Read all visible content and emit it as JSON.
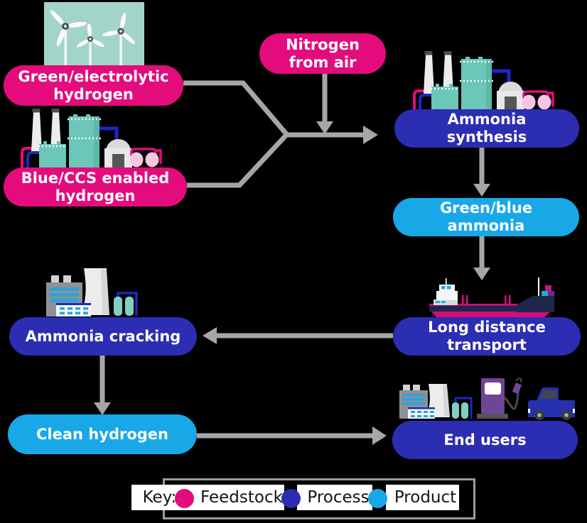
{
  "nodes": {
    "green_hydrogen": {
      "lines": [
        "Green/electrolytic",
        "hydrogen"
      ],
      "type": "feedstock"
    },
    "blue_hydrogen": {
      "lines": [
        "Blue/CCS enabled",
        "hydrogen"
      ],
      "type": "feedstock"
    },
    "nitrogen": {
      "lines": [
        "Nitrogen",
        "from air"
      ],
      "type": "feedstock"
    },
    "ammonia_synthesis": {
      "lines": [
        "Ammonia",
        "synthesis"
      ],
      "type": "process"
    },
    "green_blue_ammonia": {
      "lines": [
        "Green/blue",
        "ammonia"
      ],
      "type": "product"
    },
    "long_distance_transport": {
      "lines": [
        "Long distance",
        "transport"
      ],
      "type": "process"
    },
    "ammonia_cracking": {
      "lines": [
        "Ammonia cracking"
      ],
      "type": "process"
    },
    "clean_hydrogen": {
      "lines": [
        "Clean hydrogen"
      ],
      "type": "product"
    },
    "end_users": {
      "lines": [
        "End users"
      ],
      "type": "process"
    }
  },
  "legend": {
    "key_label": "Key:",
    "items": [
      {
        "label": "Feedstock",
        "color": "#e40b7c"
      },
      {
        "label": "Process",
        "color": "#2b2db2"
      },
      {
        "label": "Product",
        "color": "#18a8e8"
      }
    ]
  },
  "colors": {
    "feedstock": "#e40b7c",
    "process": "#2b2db2",
    "product": "#18a8e8",
    "arrow": "#a6a6a6",
    "background": "#000000",
    "wind_panel": "#a2d5c8"
  },
  "icons": {
    "green_hydrogen": "wind-turbines-icon",
    "blue_hydrogen": "hydrogen-plant-icon",
    "ammonia_synthesis": "ammonia-plant-icon",
    "long_distance_transport": "cargo-ship-icon",
    "ammonia_cracking": "cracking-plant-icon",
    "end_users": "industry-fuel-pump-truck-icon"
  }
}
